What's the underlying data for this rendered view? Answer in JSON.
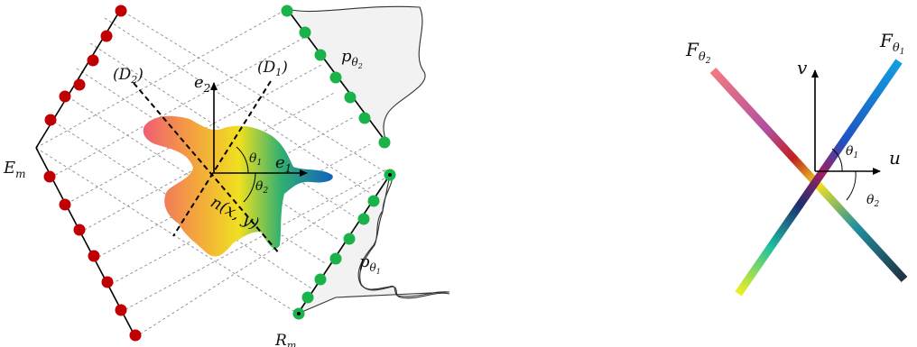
{
  "left_panel": {
    "emitter_label": "E",
    "emitter_sub": "m",
    "receiver_label": "R",
    "receiver_sub": "m",
    "axis_e1": "e",
    "axis_e1_sub": "1",
    "axis_e2": "e",
    "axis_e2_sub": "2",
    "line_d1": "(D",
    "line_d1_sub": "1",
    "line_d2": "(D",
    "line_d2_sub": "2",
    "close_paren": ")",
    "theta1": "θ",
    "theta1_sub": "1",
    "theta2": "θ",
    "theta2_sub": "2",
    "object_label": "n(x, y)",
    "projection_top": "p",
    "projection_top_sub": "θ",
    "projection_top_subsub": "2",
    "projection_bottom": "p",
    "projection_bottom_sub": "θ",
    "projection_bottom_subsub": "1",
    "colors": {
      "emitter": "#c00000",
      "receiver": "#19b34a",
      "projection_fill": "#f2f2f2"
    }
  },
  "right_panel": {
    "filter1": "F",
    "filter1_sub": "θ",
    "filter1_subsub": "1",
    "filter2": "F",
    "filter2_sub": "θ",
    "filter2_subsub": "2",
    "axis_u": "u",
    "axis_v": "v",
    "theta1": "θ",
    "theta1_sub": "1",
    "theta2": "θ",
    "theta2_sub": "2"
  }
}
